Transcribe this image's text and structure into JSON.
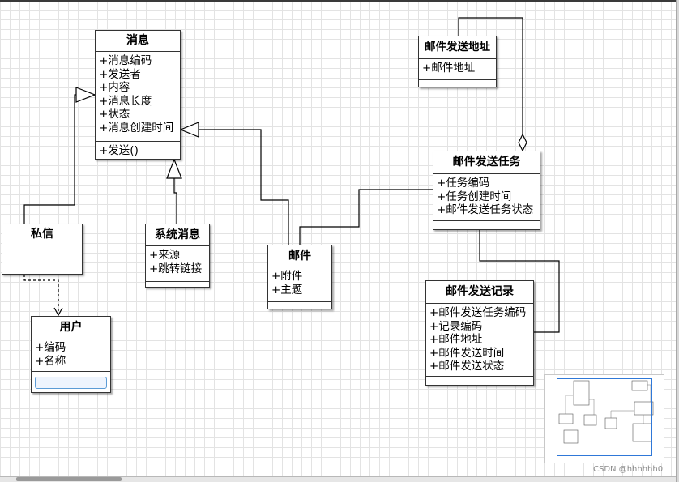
{
  "classes": {
    "message": {
      "name": "消息",
      "attributes": [
        "+消息编码",
        "+发送者",
        "+内容",
        "+消息长度",
        "+状态",
        "+消息创建时间"
      ],
      "operations": [
        "+发送()"
      ]
    },
    "private_message": {
      "name": "私信"
    },
    "system_message": {
      "name": "系统消息",
      "attributes": [
        "+来源",
        "+跳转链接"
      ]
    },
    "mail": {
      "name": "邮件",
      "attributes": [
        "+附件",
        "+主题"
      ]
    },
    "user": {
      "name": "用户",
      "attributes": [
        "+编码",
        "+名称"
      ]
    },
    "mail_address": {
      "name": "邮件发送地址",
      "attributes": [
        "+邮件地址"
      ]
    },
    "mail_task": {
      "name": "邮件发送任务",
      "attributes": [
        "+任务编码",
        "+任务创建时间",
        "+邮件发送任务状态"
      ]
    },
    "mail_record": {
      "name": "邮件发送记录",
      "attributes": [
        "+邮件发送任务编码",
        "+记录编码",
        "+邮件地址",
        "+邮件发送时间",
        "+邮件发送状态"
      ]
    }
  },
  "watermark": "CSDN @hhhhhh0",
  "colors": {
    "selection": "#2f78d8",
    "user_field_fill": "#eef4fd",
    "user_field_border": "#5b9bd5"
  }
}
